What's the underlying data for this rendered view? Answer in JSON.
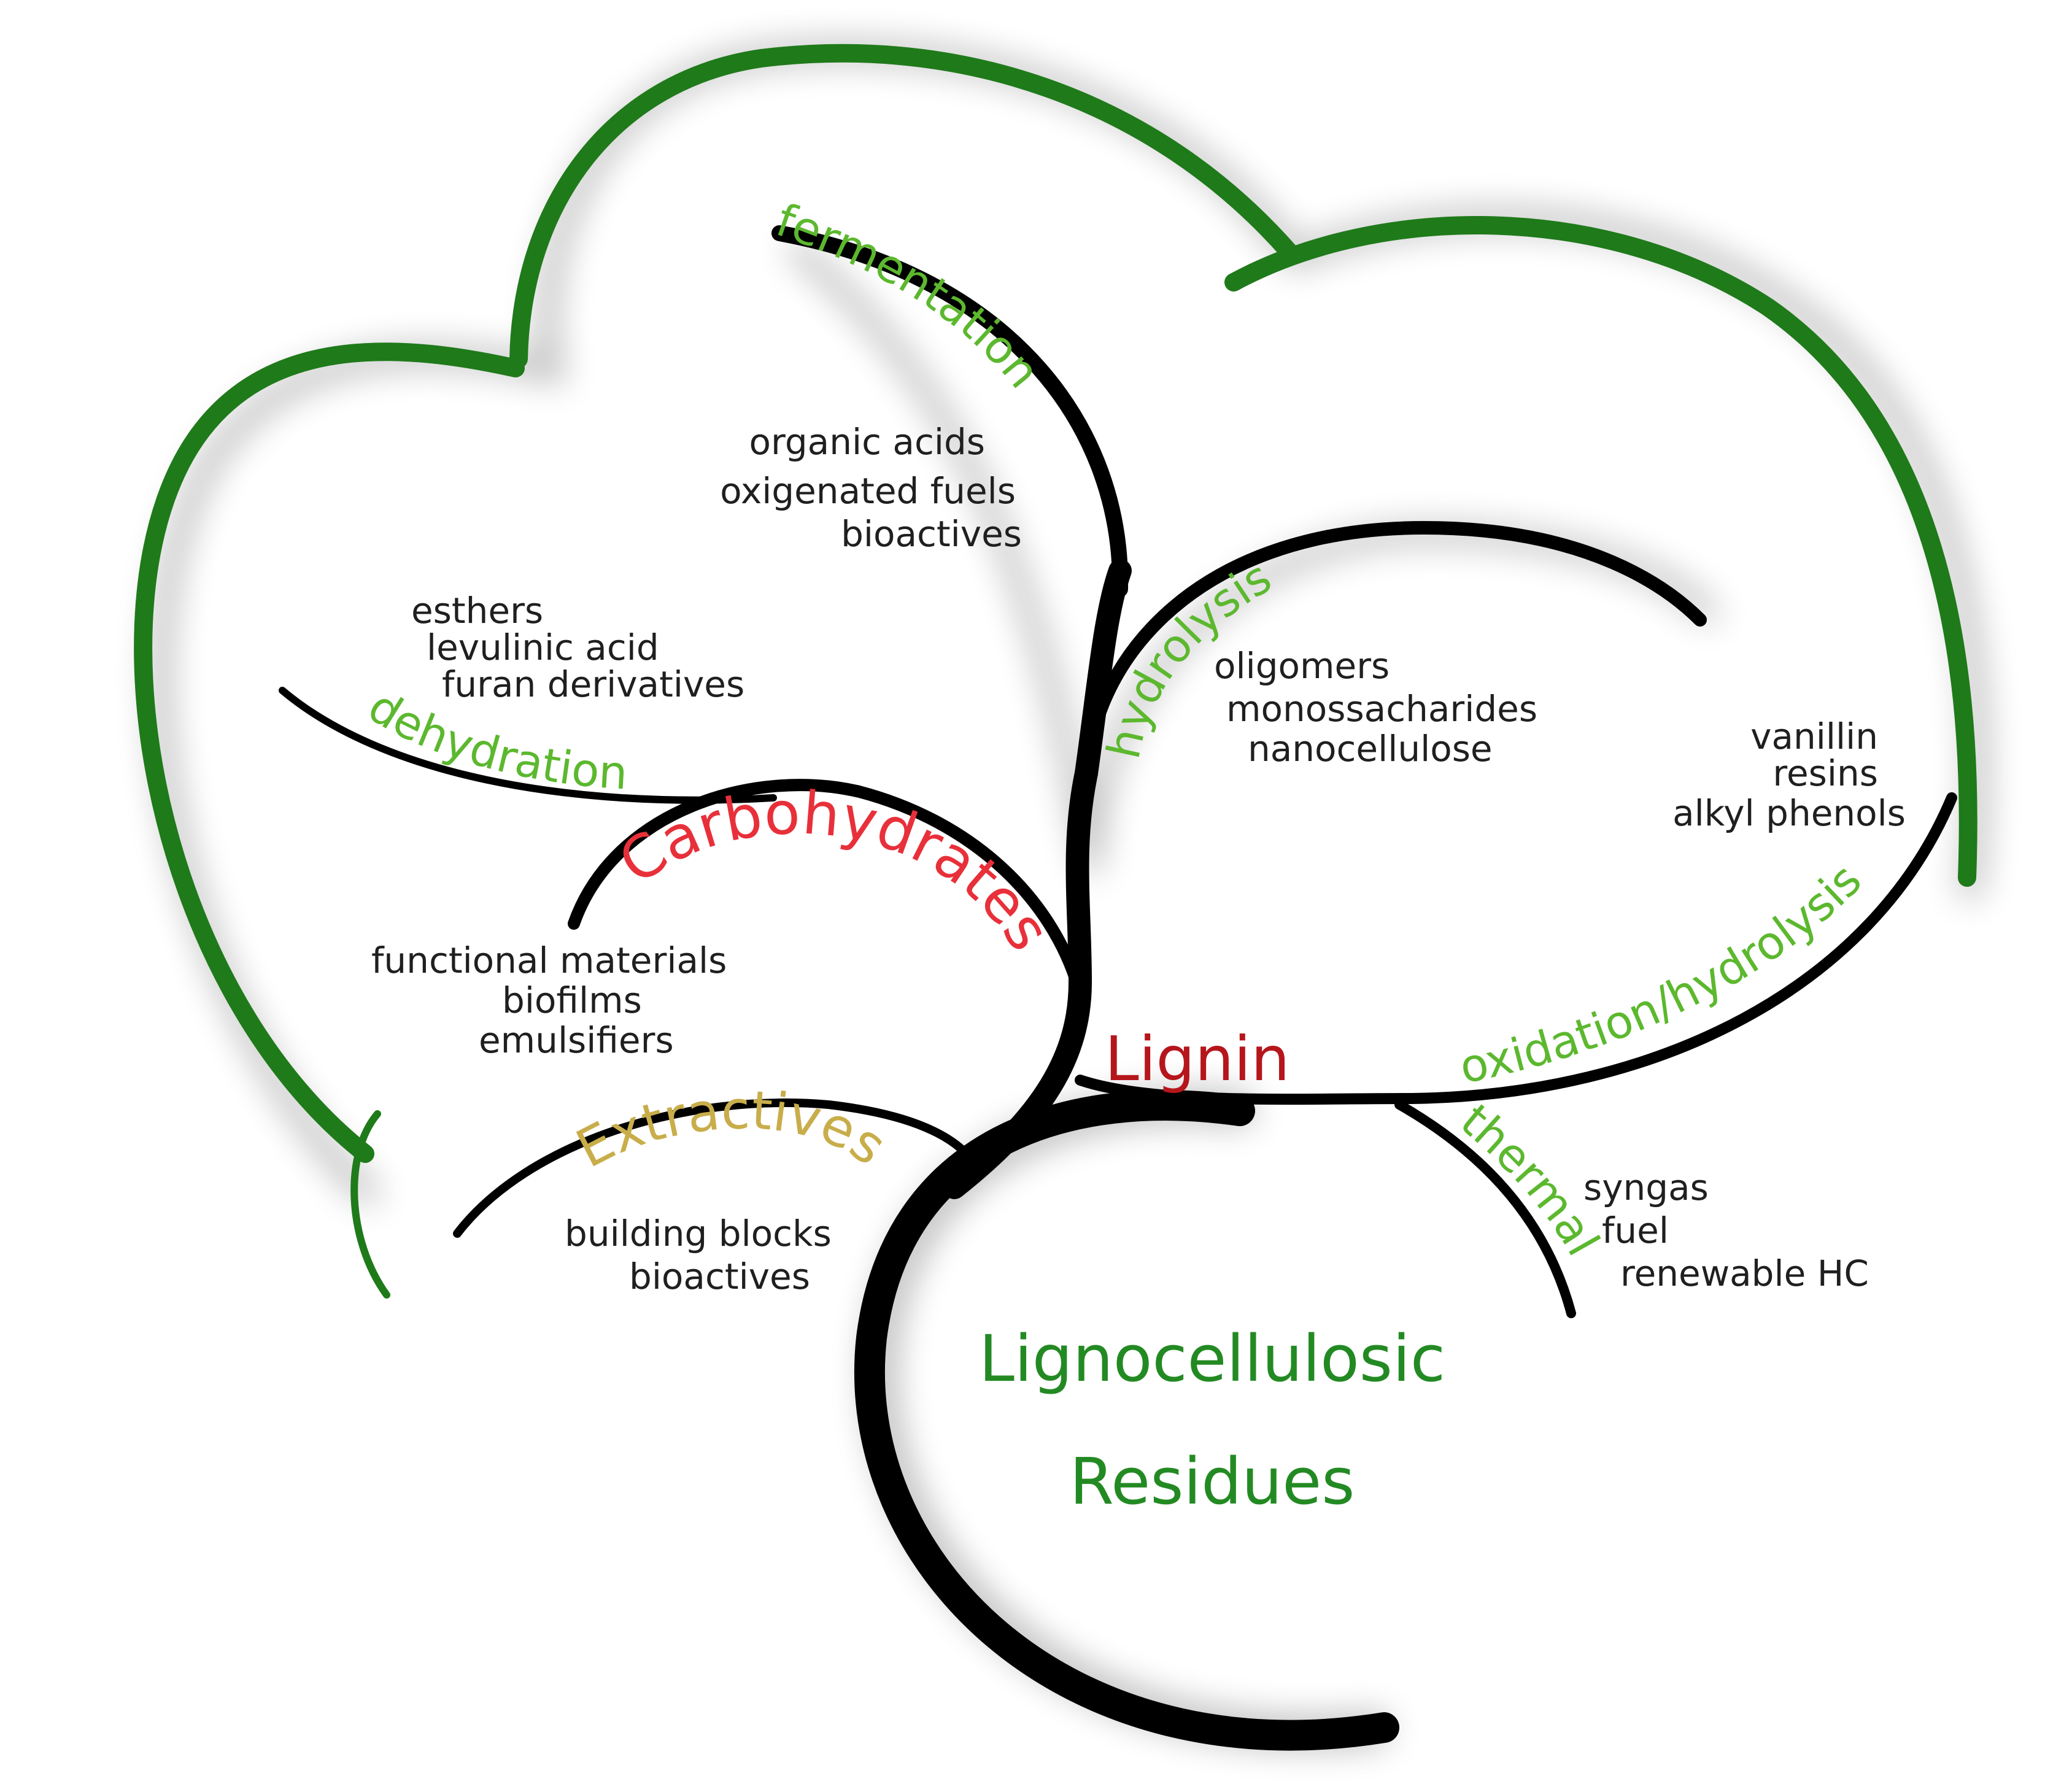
{
  "colors": {
    "canopy": "#1f7a1a",
    "branch": "#000000",
    "process": "#5cb82e",
    "carbohydrates": "#e8303a",
    "lignin": "#b5161c",
    "extractives": "#c8ad4a",
    "center": "#238a23",
    "product": "#1f1f1f"
  },
  "center": {
    "line1": "Lignocellulosic",
    "line2": "Residues"
  },
  "categories": {
    "carbohydrates": "Carbohydrates",
    "lignin": "Lignin",
    "extractives": "Extractives"
  },
  "processes": {
    "fermentation": "fermentation",
    "hydrolysis": "hydrolysis",
    "dehydration": "dehydration",
    "oxidation_hydrolysis": "oxidation/hydrolysis",
    "thermal": "thermal"
  },
  "products": {
    "fermentation": [
      "organic acids",
      "oxigenated fuels",
      "bioactives"
    ],
    "dehydration": [
      "esthers",
      "levulinic acid",
      "furan derivatives"
    ],
    "hydrolysis": [
      "oligomers",
      "monossacharides",
      "nanocellulose"
    ],
    "oxidation_hydrolysis": [
      "vanillin",
      "resins",
      "alkyl phenols"
    ],
    "carbohydrates": [
      "functional materials",
      "biofilms",
      "emulsifiers"
    ],
    "extractives": [
      "building blocks",
      "bioactives"
    ],
    "thermal": [
      "syngas",
      "fuel",
      "renewable HC"
    ]
  }
}
